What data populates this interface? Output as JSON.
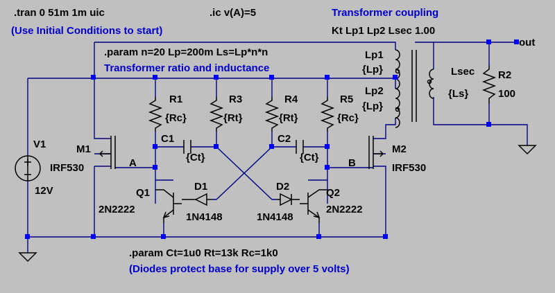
{
  "directives": {
    "tran": ".tran 0 51m 1m uic",
    "ic": ".ic v(A)=5",
    "uic_note": "(Use Initial Conditions to start)",
    "transformer_title": "Transformer coupling",
    "coupling": "Kt Lp1 Lp2 Lsec 1.00",
    "param_l": ".param n=20 Lp=200m Ls=Lp*n*n",
    "ratio_note": "Transformer ratio and inductance",
    "param_rc": ".param Ct=1u0 Rt=13k Rc=1k0",
    "diode_note": "(Diodes protect base for supply over 5 volts)"
  },
  "components": {
    "V1": {
      "ref": "V1",
      "value": "12V"
    },
    "M1": {
      "ref": "M1",
      "value": "IRF530"
    },
    "M2": {
      "ref": "M2",
      "value": "IRF530"
    },
    "R1": {
      "ref": "R1",
      "value": "{Rc}"
    },
    "R3": {
      "ref": "R3",
      "value": "{Rt}"
    },
    "R4": {
      "ref": "R4",
      "value": "{Rt}"
    },
    "R5": {
      "ref": "R5",
      "value": "{Rc}"
    },
    "C1": {
      "ref": "C1",
      "value": "{Ct}"
    },
    "C2": {
      "ref": "C2",
      "value": "{Ct}"
    },
    "Q1": {
      "ref": "Q1",
      "value": "2N2222"
    },
    "Q2": {
      "ref": "Q2",
      "value": "2N2222"
    },
    "D1": {
      "ref": "D1",
      "value": "1N4148"
    },
    "D2": {
      "ref": "D2",
      "value": "1N4148"
    },
    "Lp1": {
      "ref": "Lp1",
      "value": "{Lp}"
    },
    "Lp2": {
      "ref": "Lp2",
      "value": "{Lp}"
    },
    "Lsec": {
      "ref": "Lsec",
      "value": "{Ls}"
    },
    "R2": {
      "ref": "R2",
      "value": "100"
    }
  },
  "nets": {
    "A": "A",
    "B": "B",
    "out": "out"
  },
  "colors": {
    "background": "#c0c0c0",
    "wire": "#000080",
    "junction": "#0000ff",
    "comment": "#0000cc"
  }
}
